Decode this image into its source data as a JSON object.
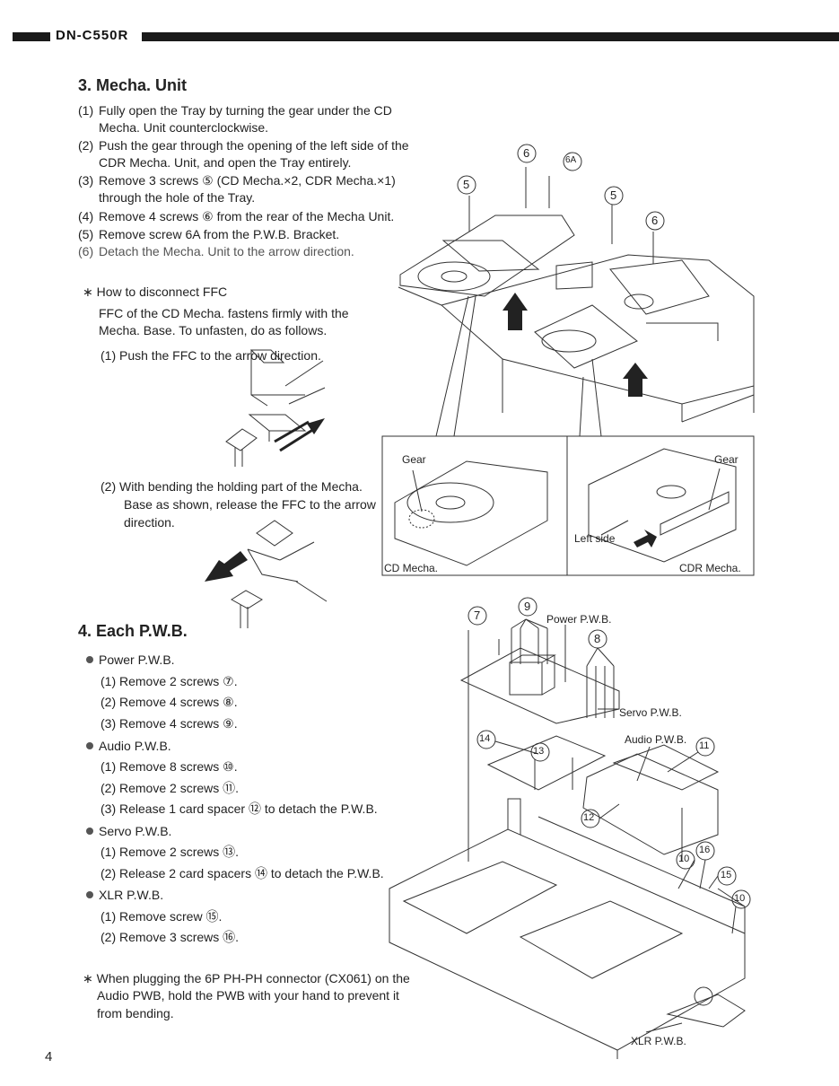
{
  "header": {
    "model": "DN-C550R",
    "page_number": "4"
  },
  "sec3": {
    "title": "3. Mecha. Unit",
    "steps": [
      {
        "n": "(1)",
        "t": "Fully open the Tray by turning the gear under the CD Mecha. Unit counterclockwise."
      },
      {
        "n": "(2)",
        "t": "Push the gear through the opening of the left side of the CDR Mecha. Unit, and open the Tray entirely."
      },
      {
        "n": "(3)",
        "t": "Remove 3 screws ⑤ (CD Mecha.×2, CDR Mecha.×1) through the hole of the Tray."
      },
      {
        "n": "(4)",
        "t": "Remove 4 screws ⑥ from the rear of the Mecha Unit."
      },
      {
        "n": "(5)",
        "t": "Remove screw 6A from the P.W.B. Bracket."
      },
      {
        "n": "(6)",
        "t": "Detach the Mecha. Unit to the arrow direction."
      }
    ],
    "ffc_heading": "∗ How to disconnect FFC",
    "ffc_text_1": "FFC of the CD Mecha. fastens firmly with the",
    "ffc_text_2": "Mecha. Base. To unfasten, do as follows.",
    "ffc_step1": "(1)  Push the FFC to the arrow direction.",
    "ffc_step2_l1": "(2)  With bending the holding part of the Mecha.",
    "ffc_step2_l2": "Base as shown, release the FFC to the arrow",
    "ffc_step2_l3": "direction."
  },
  "fig3": {
    "gear_left": "Gear",
    "gear_right": "Gear",
    "cd_mecha": "CD Mecha.",
    "cdr_mecha": "CDR Mecha.",
    "left_side": "Left side",
    "c5a": "5",
    "c6a": "6",
    "c6b": "6A",
    "c5b": "5",
    "c6c": "6"
  },
  "sec4": {
    "title": "4. Each P.W.B.",
    "power": "Power P.W.B.",
    "power_steps": [
      "(1)  Remove 2 screws ⑦.",
      "(2)  Remove 4 screws ⑧.",
      "(3)  Remove 4 screws ⑨."
    ],
    "audio": "Audio P.W.B.",
    "audio_steps": [
      "(1)  Remove 8 screws ⑩.",
      "(2)  Remove 2 screws ⑪.",
      "(3)  Release 1 card spacer ⑫ to detach the P.W.B."
    ],
    "servo": "Servo P.W.B.",
    "servo_steps": [
      "(1)  Remove 2 screws ⑬.",
      "(2)  Release 2 card spacers ⑭ to detach the P.W.B."
    ],
    "xlr": "XLR P.W.B.",
    "xlr_steps": [
      "(1)  Remove screw ⑮.",
      "(2)  Remove 3 screws ⑯."
    ],
    "note_l1": "∗ When plugging the 6P PH-PH connector (CX061) on the",
    "note_l2": "Audio PWB, hold the PWB with your hand to prevent it",
    "note_l3": "from bending."
  },
  "fig4": {
    "power_lbl": "Power P.W.B.",
    "servo_lbl": "Servo P.W.B.",
    "audio_lbl": "Audio P.W.B.",
    "xlr_lbl": "XLR P.W.B.",
    "c7": "7",
    "c8": "8",
    "c9": "9",
    "c10a": "10",
    "c10b": "10",
    "c11": "11",
    "c12": "12",
    "c13": "13",
    "c14": "14",
    "c15": "15",
    "c16": "16"
  }
}
